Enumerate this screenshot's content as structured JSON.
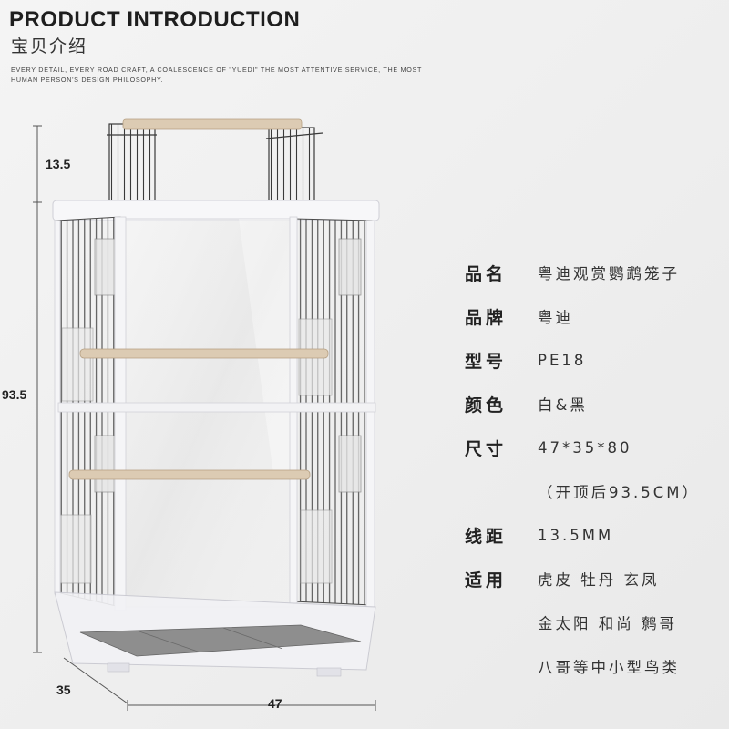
{
  "header": {
    "title": "PRODUCT INTRODUCTION",
    "subtitle": "宝贝介绍",
    "tagline": "EVERY DETAIL, EVERY ROAD CRAFT, A COALESCENCE OF \"YUEDI\" THE MOST ATTENTIVE SERVICE, THE MOST HUMAN PERSON'S DESIGN PHILOSOPHY."
  },
  "dimensions": {
    "top_height": "13.5",
    "total_height": "93.5",
    "depth": "35",
    "width": "47"
  },
  "specs": [
    {
      "label": "品名",
      "value": "粤迪观赏鹦鹉笼子"
    },
    {
      "label": "品牌",
      "value": "粤迪"
    },
    {
      "label": "型号",
      "value": "PE18"
    },
    {
      "label": "颜色",
      "value": "白&黑"
    },
    {
      "label": "尺寸",
      "value": "47*35*80"
    },
    {
      "label": "",
      "value": "（开顶后93.5CM）"
    },
    {
      "label": "线距",
      "value": "13.5MM"
    },
    {
      "label": "适用",
      "value": "虎皮 牡丹 玄凤"
    },
    {
      "label": "",
      "value": "金太阳 和尚 鹩哥"
    },
    {
      "label": "",
      "value": "八哥等中小型鸟类"
    }
  ],
  "colors": {
    "frame": "#f7f7f9",
    "wire": "#3a3a3a",
    "perch": "#d9c7ae",
    "tray": "#9a9a9a"
  }
}
